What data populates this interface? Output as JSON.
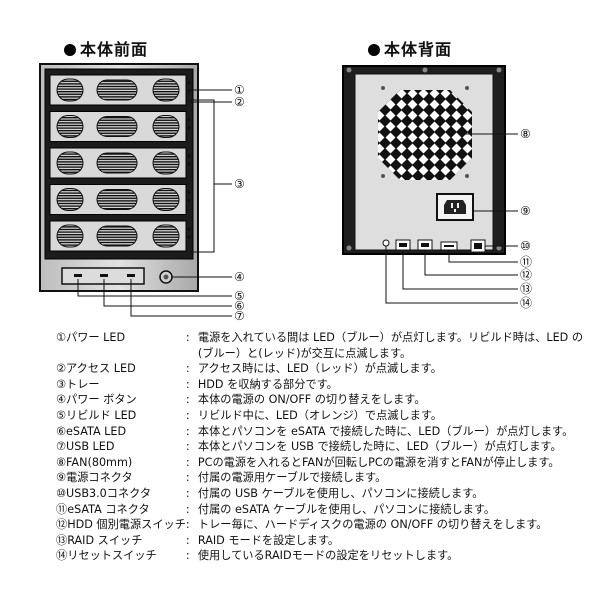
{
  "headings": {
    "front": "本体前面",
    "back": "本体背面"
  },
  "callouts": [
    "①",
    "②",
    "③",
    "④",
    "⑤",
    "⑥",
    "⑦",
    "⑧",
    "⑨",
    "⑩",
    "⑪",
    "⑫",
    "⑬",
    "⑭"
  ],
  "items": [
    {
      "term": "①パワー LED",
      "desc": "電源を入れている間は LED（ブルー）が点灯します。リビルド時は、LED の(ブルー）と(レッド)が交互に点滅します。"
    },
    {
      "term": "②アクセス LED",
      "desc": "アクセス時には、LED（レッド）が点滅します。"
    },
    {
      "term": "③トレー",
      "desc": "HDD を収納する部分です。"
    },
    {
      "term": "④パワー ボタン",
      "desc": "本体の電源の ON/OFF の切り替えをします。"
    },
    {
      "term": "⑤リビルド LED",
      "desc": "リビルド中に、LED（オレンジ）で点滅します。"
    },
    {
      "term": "⑥eSATA LED",
      "desc": "本体とパソコンを eSATA で接続した時に、LED（ブルー）が点灯します。"
    },
    {
      "term": "⑦USB LED",
      "desc": "本体とパソコンを USB で接続した時に、LED（ブルー）が点灯します。"
    },
    {
      "term": "⑧FAN(80mm)",
      "desc": "PCの電源を入れるとFANが回転しPCの電源を消すとFANが停止します。"
    },
    {
      "term": "⑨電源コネクタ",
      "desc": "付属の電源用ケーブルで接続します。"
    },
    {
      "term": "⑩USB3.0コネクタ",
      "desc": "付属の USB ケーブルを使用し、パソコンに接続します。"
    },
    {
      "term": "⑪eSATA コネクタ",
      "desc": "付属の eSATA ケーブルを使用し、パソコンに接続します。"
    },
    {
      "term": "⑫HDD 個別電源スイッチ",
      "desc": "トレー毎に、ハードディスクの電源の ON/OFF の切り替えをします。"
    },
    {
      "term": "⑬RAID スイッチ",
      "desc": "RAID モードを設定します。"
    },
    {
      "term": "⑭リセットスイッチ",
      "desc": "使用しているRAIDモードの設定をリセットします。"
    }
  ],
  "colon": ":"
}
